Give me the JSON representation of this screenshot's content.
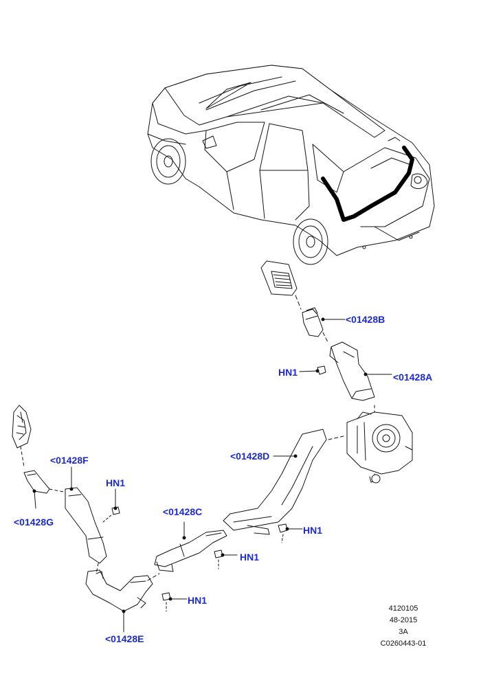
{
  "colors": {
    "callout_text": "#1a28d6",
    "line": "#111111",
    "duct_fill": "#ffffff"
  },
  "callouts": {
    "b": "<01428B",
    "a": "<01428A",
    "d": "<01428D",
    "c": "<01428C",
    "e": "<01428E",
    "f": "<01428F",
    "g": "<01428G",
    "hn1_1": "HN1",
    "hn1_2": "HN1",
    "hn1_3": "HN1",
    "hn1_4": "HN1",
    "hn1_5": "HN1"
  },
  "reference_block": {
    "line1": "4120105",
    "line2": "48-2015",
    "line3": "3A",
    "line4": "C0260443-01"
  }
}
